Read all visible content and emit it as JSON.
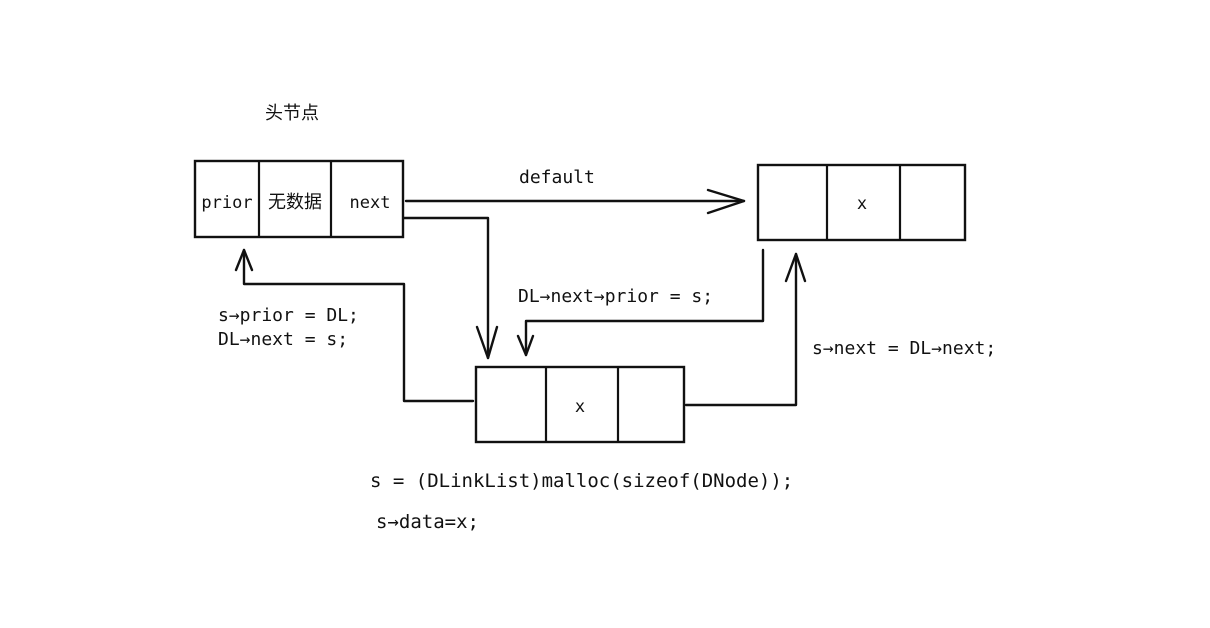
{
  "head_node": {
    "caption": "头节点",
    "cells": [
      "prior",
      "无数据",
      "next"
    ]
  },
  "target_node": {
    "cells": [
      "",
      "x",
      ""
    ]
  },
  "new_node": {
    "cells": [
      "",
      "x",
      ""
    ]
  },
  "labels": {
    "default_link": "default",
    "prior_link": "DL→next→prior = s;",
    "next_link": "s→next = DL→next;",
    "head_prior_line1": "s→prior = DL;",
    "head_prior_line2": "DL→next = s;"
  },
  "code": {
    "malloc_line": "s = (DLinkList)malloc(sizeof(DNode));",
    "assign_line": "s→data=x;"
  }
}
